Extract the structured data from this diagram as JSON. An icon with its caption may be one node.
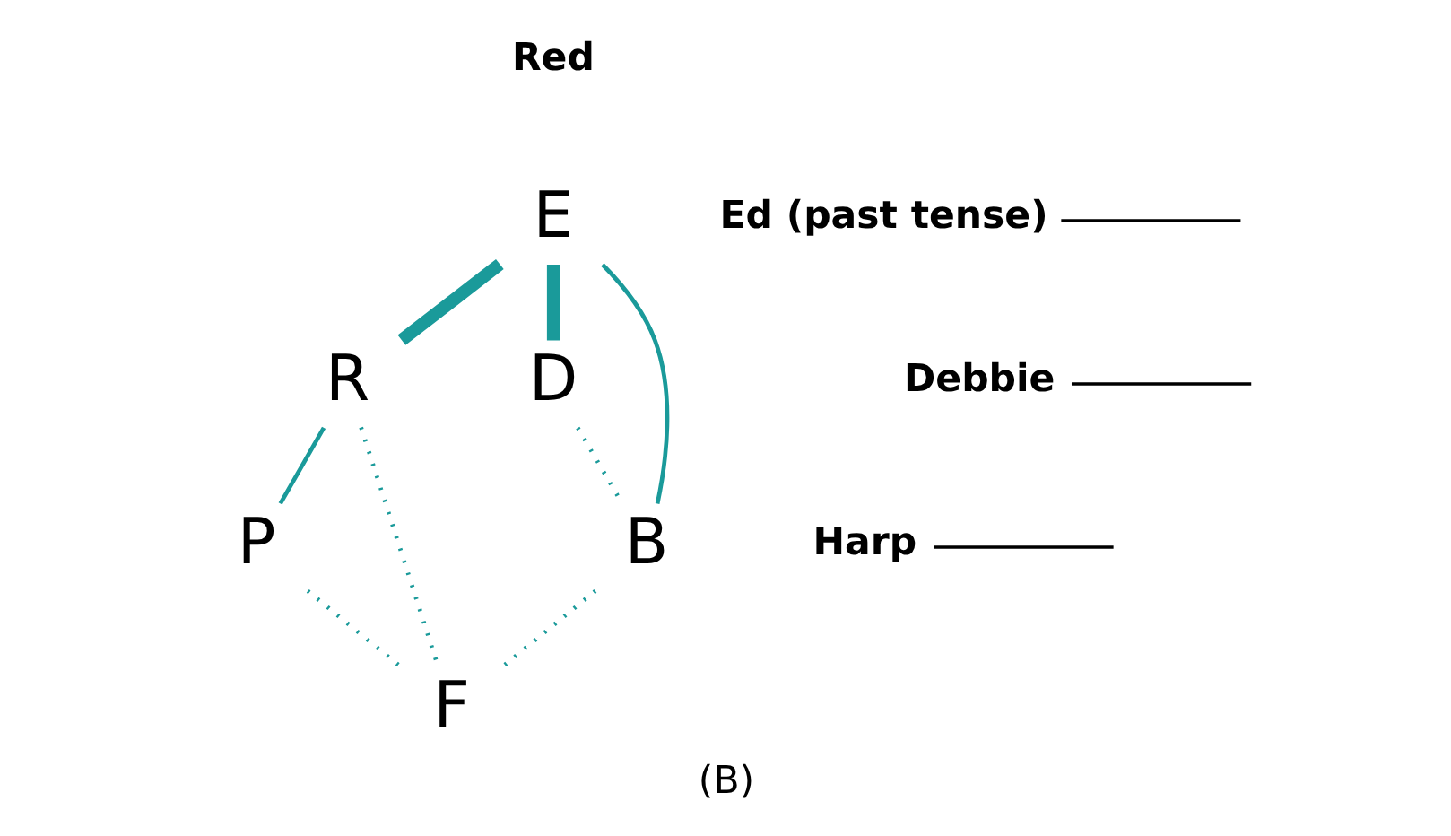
{
  "diagram": {
    "caption": "(B)",
    "nodes": [
      {
        "text": [
          "E"
        ]
      },
      {
        "text": [
          "R"
        ]
      },
      {
        "text": [
          "D"
        ]
      },
      {
        "text": [
          "P"
        ]
      },
      {
        "text": [
          "B"
        ]
      },
      {
        "text": [
          "F"
        ]
      },
      {
        "text": [
          "Debbie"
        ]
      },
      {
        "text": [
          "Ed (past tense)"
        ]
      },
      {
        "text": [
          "Harp"
        ]
      }
    ],
    "edges": [
      {
        "from": 0,
        "to": 1,
        "arrow": "none",
        "style": "thick"
      },
      {
        "from": 0,
        "to": 2,
        "arrow": "none",
        "style": "thick"
      },
      {
        "from": 0,
        "to": 4,
        "arrow": "none"
      },
      {
        "from": 1,
        "to": 3,
        "arrow": "none"
      },
      {
        "from": 1,
        "to": 5,
        "arrow": "none",
        "style": "dashed"
      },
      {
        "from": 2,
        "to": 4,
        "arrow": "none",
        "style": "dashed"
      },
      {
        "from": 3,
        "to": 5,
        "arrow": "none",
        "style": "dashed"
      },
      {
        "from": 4,
        "to": 5,
        "arrow": "none",
        "style": "dashed"
      },
      {
        "from": 6,
        "to": null,
        "arrow": "none",
        "color": "#000000"
      },
      {
        "from": 7,
        "to": null,
        "arrow": "none",
        "color": "#000000"
      },
      {
        "from": 8,
        "to": null,
        "arrow": "none",
        "color": "#000000"
      }
    ],
    "labels": [
      "Red"
    ]
  }
}
